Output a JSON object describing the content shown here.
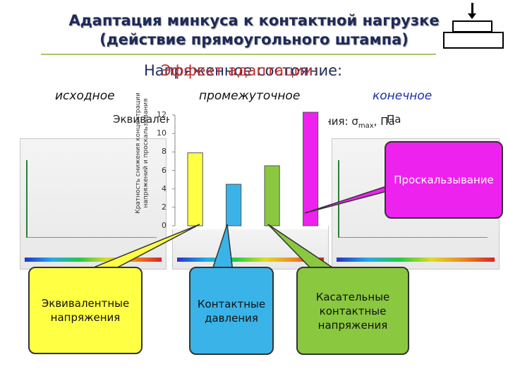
{
  "title": {
    "line1": "Адаптация минкуса к контактной нагрузке",
    "line2": "(действие прямоугольного штампа)"
  },
  "subtitle_overlap": {
    "text_a": "Напряженное состояние:",
    "text_b": "Эффект адаптации:"
  },
  "states": {
    "initial": "исходное",
    "intermediate": "промежуточное",
    "final": "конечное"
  },
  "equiv_overlap": {
    "text_left": "Эквивален",
    "text_right": "ния: σ",
    "sub": "max",
    "unit": ", Па",
    "unit2": "Па"
  },
  "chart_data": {
    "type": "bar",
    "ylabel": "Кратность снижения концентрации напряжений и проскальзывания",
    "yticks": [
      0,
      2,
      4,
      6,
      8,
      10,
      12
    ],
    "ylim": [
      0,
      12
    ],
    "values": [
      7.9,
      4.5,
      6.5,
      12.3
    ],
    "colors": [
      "#ffff44",
      "#3ab4e8",
      "#8ac840",
      "#ee22ee"
    ]
  },
  "callouts": {
    "slip": "Проскальзывание",
    "equivalent": [
      "Эквивалентные",
      "напряжения"
    ],
    "contact_pressure": [
      "Контактные",
      "давления"
    ],
    "tangential": [
      "Касательные",
      "контактные",
      "напряжения"
    ]
  },
  "colors": {
    "title": "#1e2a5a",
    "callout_yellow": "#ffff44",
    "callout_blue": "#3ab4e8",
    "callout_green": "#8ac840",
    "callout_magenta": "#ee22ee",
    "final_label": "#1a2eb0"
  }
}
